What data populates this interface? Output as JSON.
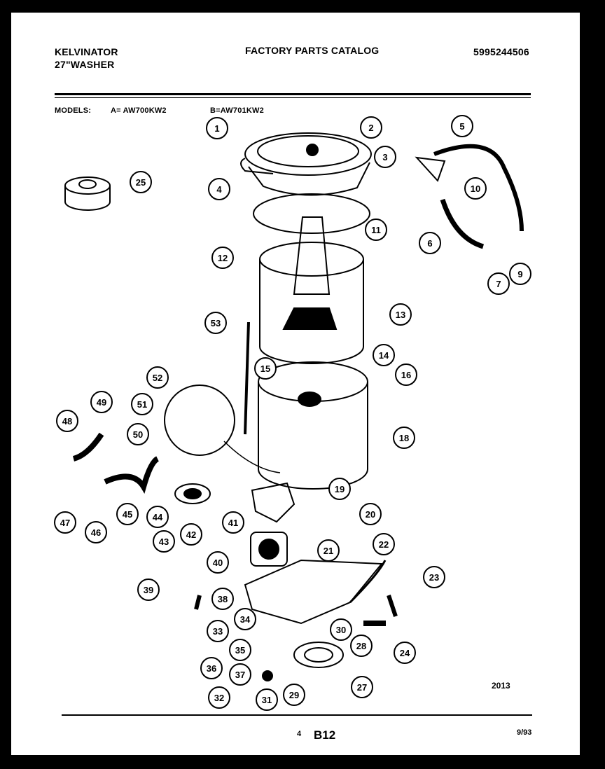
{
  "header": {
    "brand": "KELVINATOR",
    "product": "27\"WASHER",
    "catalog_title": "FACTORY PARTS CATALOG",
    "catalog_number": "5995244506"
  },
  "models": {
    "label": "MODELS:",
    "a": "A= AW700KW2",
    "b": "B=AW701KW2"
  },
  "callouts": [
    "1",
    "2",
    "3",
    "4",
    "5",
    "6",
    "7",
    "9",
    "10",
    "11",
    "12",
    "13",
    "14",
    "15",
    "16",
    "18",
    "19",
    "20",
    "21",
    "22",
    "23",
    "24",
    "25",
    "27",
    "28",
    "29",
    "30",
    "31",
    "32",
    "33",
    "34",
    "35",
    "36",
    "37",
    "38",
    "39",
    "40",
    "41",
    "42",
    "43",
    "44",
    "45",
    "46",
    "47",
    "48",
    "49",
    "50",
    "51",
    "52",
    "53"
  ],
  "footer": {
    "drawing_number": "2013",
    "page_number": "4",
    "section": "B12",
    "date": "9/93"
  }
}
